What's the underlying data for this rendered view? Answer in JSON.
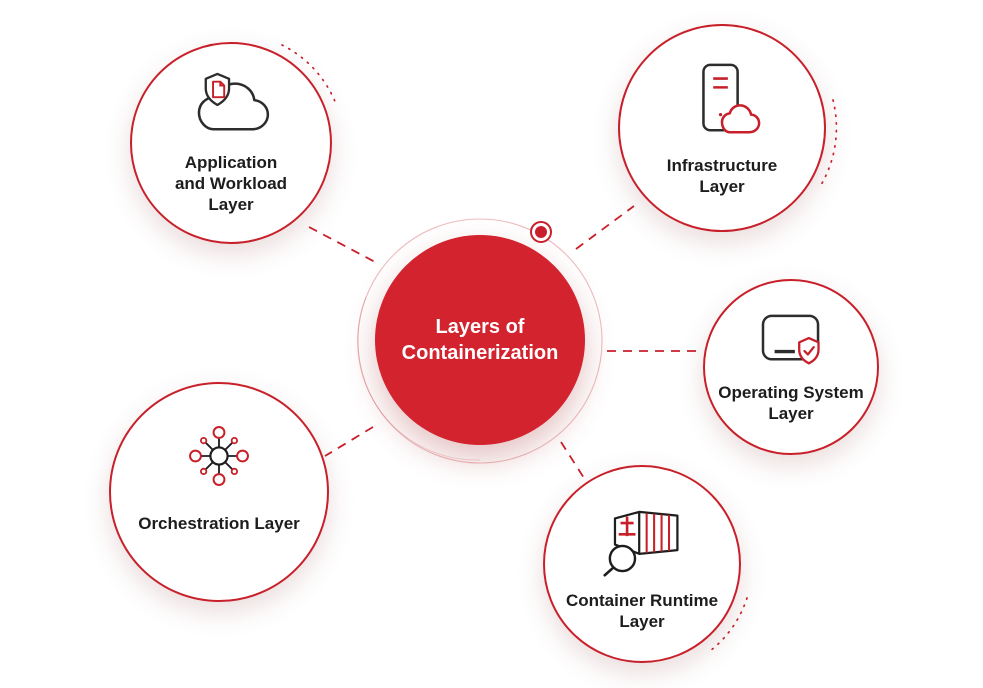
{
  "diagram": {
    "title": "Layers of Containerization",
    "center": {
      "lines": [
        "Layers of",
        "Containerization"
      ]
    },
    "nodes": [
      {
        "id": "application-workload",
        "icon": "cloud-shield-document-icon",
        "lines": [
          "Application",
          "and Workload",
          "Layer"
        ]
      },
      {
        "id": "infrastructure",
        "icon": "server-cloud-icon",
        "lines": [
          "Infrastructure",
          "Layer"
        ]
      },
      {
        "id": "operating-system",
        "icon": "window-shield-check-icon",
        "lines": [
          "Operating System",
          "Layer"
        ]
      },
      {
        "id": "container-runtime",
        "icon": "cargo-container-magnifier-icon",
        "lines": [
          "Container Runtime",
          "Layer"
        ]
      },
      {
        "id": "orchestration",
        "icon": "network-hub-icon",
        "lines": [
          "Orchestration Layer"
        ]
      }
    ],
    "colors": {
      "accent_red": "#c8202a",
      "center_fill": "#d2232e",
      "text_dark": "#1d1d1d",
      "text_light": "#ffffff"
    }
  }
}
